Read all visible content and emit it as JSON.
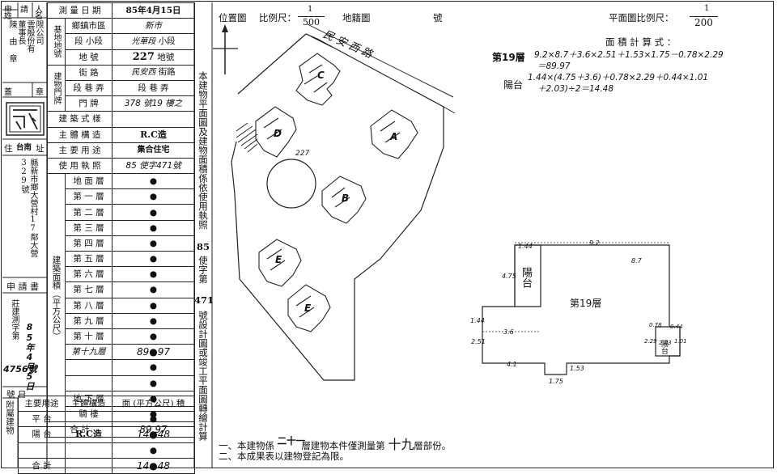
{
  "applicant": {
    "row1_a": "申",
    "row1_b": "請",
    "row1_c": "人",
    "row2_a": "姓",
    "row2_b": "名",
    "company_lines": [
      "董",
      "事",
      "長",
      "雲",
      "殷",
      "份",
      "有",
      "限",
      "公",
      "司"
    ],
    "person_name": "陳 由 章",
    "seal_label": "蓋",
    "seal_label2": "章",
    "address_label": "住",
    "address_label2": "址",
    "address_city": "台南",
    "address_text": "縣新市鄉大營村17鄰大營329號",
    "application_label": "申 請 書",
    "application_no": "莊建測字第",
    "application_no_hw": "4756號",
    "application_date_hw": "85年4月5日",
    "date_label": "號 日"
  },
  "survey": {
    "date_label": "測 量 日 期",
    "date_value": "85年4月15日",
    "base_label": "基地地號",
    "town_label": "鄉鎮市區",
    "town_value": "新市",
    "section_label": "段 小段",
    "section_value": "光華段",
    "section_sub": "小段",
    "lot_label": "地 號",
    "lot_value": "227",
    "lot_suffix": "地號",
    "door_label": "建物門牌",
    "street_label": "街 路",
    "street_value": "民安西",
    "street_suffix": "街路",
    "lane_label": "段 巷 弄",
    "lane_value": "段 巷 弄",
    "number_label": "門 牌",
    "number_value": "378 號19 樓之",
    "style_label": "建 築 式 樣",
    "struct_label": "主 體 構 造",
    "struct_value": "R.C造",
    "usage_label": "主 要 用 途",
    "usage_value": "集合住宅",
    "permit_label": "使 用 執 照",
    "permit_value": "85 使字471號",
    "area_group": "建築面積（平方公尺）",
    "floors": [
      {
        "label": "地 面 層",
        "value": "●"
      },
      {
        "label": "第 一 層",
        "value": "●"
      },
      {
        "label": "第 二 層",
        "value": "●"
      },
      {
        "label": "第 三 層",
        "value": "●"
      },
      {
        "label": "第 四 層",
        "value": "●"
      },
      {
        "label": "第 五 層",
        "value": "●"
      },
      {
        "label": "第 六 層",
        "value": "●"
      },
      {
        "label": "第 七 層",
        "value": "●"
      },
      {
        "label": "第 八 層",
        "value": "●"
      },
      {
        "label": "第 九 層",
        "value": "●"
      },
      {
        "label": "第 十 層",
        "value": "●"
      },
      {
        "label": "第十九層",
        "value": "89●97"
      },
      {
        "label": "",
        "value": "●"
      },
      {
        "label": "",
        "value": "●"
      },
      {
        "label": "地 下 層",
        "value": "●"
      },
      {
        "label": "騎 樓",
        "value": "●"
      }
    ],
    "total_label": "合 計",
    "total_value": "89.97",
    "annex_label": "附屬建物",
    "annex_head_use": "主要用途",
    "annex_head_struct": "主體構造",
    "annex_head_area": "面 (平方公尺) 積",
    "annex_rows": [
      {
        "use": "平 台",
        "struct": "",
        "area": "●"
      },
      {
        "use": "陽 台",
        "struct": "R.C造",
        "area": "14●48"
      },
      {
        "use": "",
        "struct": "",
        "area": "●"
      },
      {
        "use": "合 計",
        "struct": "",
        "area": "14●48"
      }
    ]
  },
  "map": {
    "location_label": "位置圖",
    "scale_label": "比例尺：",
    "scale_num": "1",
    "scale_den": "500",
    "cadastral_label": "地籍圖",
    "number_label": "號",
    "road_name": "民 安 西 路",
    "lot_label": "227",
    "building_labels": [
      "C",
      "D",
      "A",
      "B",
      "E",
      "E"
    ]
  },
  "vertical_note": {
    "line1": "本建物平面圖及建物面積係依使用執照",
    "permit_no": "85",
    "line2": "使字第",
    "permit_no2": "471",
    "line3": "號設計圖或竣工平面圖轉繪計算"
  },
  "plan": {
    "scale_label": "平面圖比例尺：",
    "scale_num": "1",
    "scale_den": "200",
    "formula_title": "面 積 計 算 式 ：",
    "formula_main_label": "第19層",
    "formula_main": "9.2×8.7＋3.6×2.51＋1.53×1.75－0.78×2.29",
    "formula_main_result": "＝89.97",
    "formula_balcony_label": "陽台",
    "formula_balcony": "1.44×(4.75＋3.6)＋0.78×2.29＋0.44×1.01",
    "formula_balcony_result": "＋2.03)÷2＝14.48",
    "room_label": "第19層",
    "balcony_label": "陽台",
    "balcony_label2": "陽台",
    "dims": [
      "1.44",
      "9.2",
      "8.7",
      "4.75",
      "1.44",
      "3.6",
      "2.51",
      "4.1",
      "1.75",
      "1.53",
      "0.78",
      "0.44",
      "2.29",
      "2.03",
      "1.01"
    ]
  },
  "notes": {
    "note1_a": "一、本建物係",
    "note1_floors": "二十一",
    "note1_b": "層建物本件僅測量第",
    "note1_floor": "十九",
    "note1_c": "層部份。",
    "note2": "二、本成果表以建物登記為限。"
  }
}
